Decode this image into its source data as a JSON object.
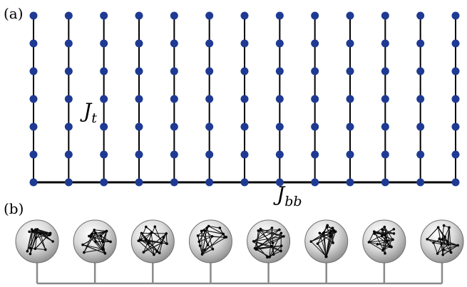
{
  "panel_a": {
    "label": "(a)",
    "coupling_tooth": {
      "symbol": "J",
      "subscript": "t"
    },
    "coupling_backbone": {
      "symbol": "J",
      "subscript": "bb"
    },
    "columns": 13,
    "nodes_per_column": 7,
    "node_color": "#1f3a93",
    "edge_color": "#000000"
  },
  "panel_b": {
    "label": "(b)",
    "spheres": 8,
    "sphere_shade": "#d9d9d9",
    "backbone_color": "#8a8a8a"
  }
}
